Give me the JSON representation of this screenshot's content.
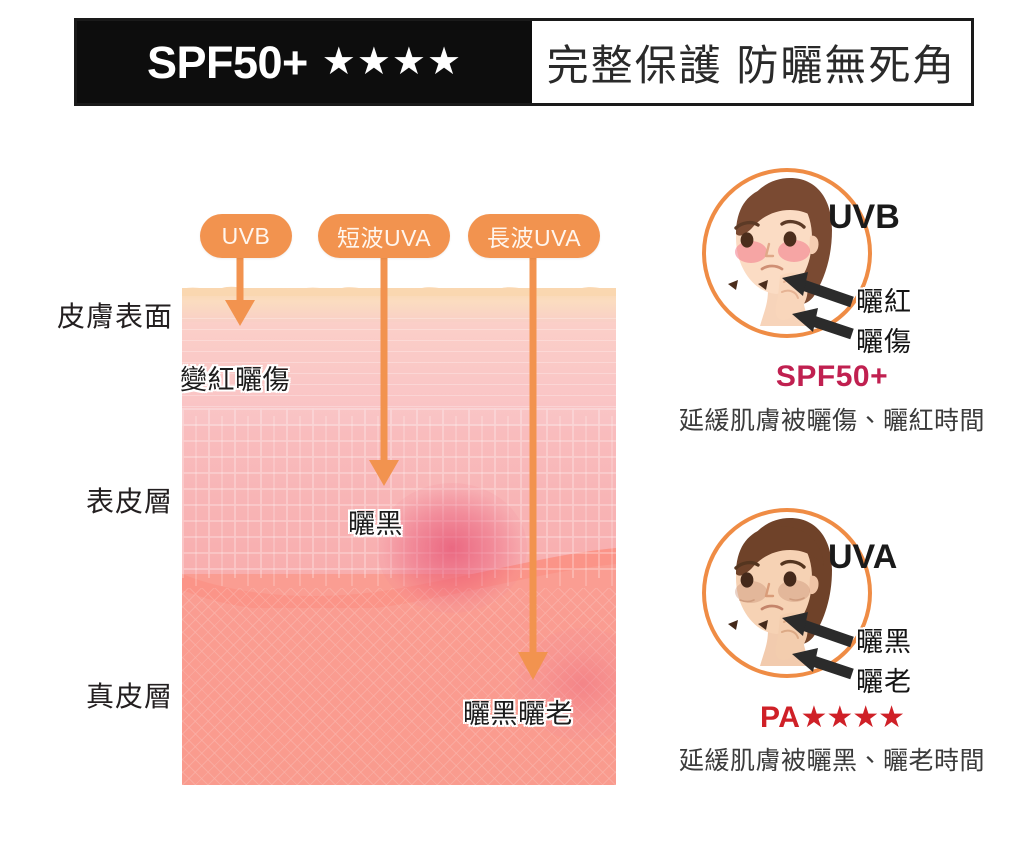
{
  "header": {
    "spf_label": "SPF50+",
    "spf_stars": "★★★★",
    "slogan": "完整保護 防曬無死角"
  },
  "skin_diagram": {
    "rays": [
      {
        "id": "uvb",
        "label": "UVB",
        "depth_caption": "變紅曬傷"
      },
      {
        "id": "suva",
        "label": "短波UVA",
        "depth_caption": "曬黑"
      },
      {
        "id": "luva",
        "label": "長波UVA",
        "depth_caption": "曬黑曬老"
      }
    ],
    "layers": [
      {
        "id": "surface",
        "label": "皮膚表面"
      },
      {
        "id": "epidermis",
        "label": "表皮層"
      },
      {
        "id": "dermis",
        "label": "真皮層"
      }
    ],
    "captions": {
      "sunburn": "變紅曬傷",
      "tan": "曬黑",
      "tan_age": "曬黑曬老"
    }
  },
  "effects": [
    {
      "id": "uvb",
      "ray_label": "UVB",
      "symptom_1": "曬紅",
      "symptom_2": "曬傷",
      "protection_title": "SPF50+",
      "protection_stars": "",
      "protection_desc": "延緩肌膚被曬傷、曬紅時間"
    },
    {
      "id": "uva",
      "ray_label": "UVA",
      "symptom_1": "曬黑",
      "symptom_2": "曬老",
      "protection_title": "PA",
      "protection_stars": "★★★★",
      "protection_desc": "延緩肌膚被曬黑、曬老時間"
    }
  ],
  "colors": {
    "accent_orange": "#f2934f",
    "circle_ring": "#ef8c45",
    "spf_crimson": "#c02050",
    "pa_red": "#cf2027",
    "banner_black": "#0d0d0d",
    "layer_surface": "#fad7b0",
    "layer_epidermis": "#f9c2c4",
    "layer_dermis": "#fa9d92"
  },
  "icons": {
    "star": "★",
    "down_arrow": "down-arrow-icon",
    "pointer_arrow": "left-pointing-arrow-icon"
  }
}
